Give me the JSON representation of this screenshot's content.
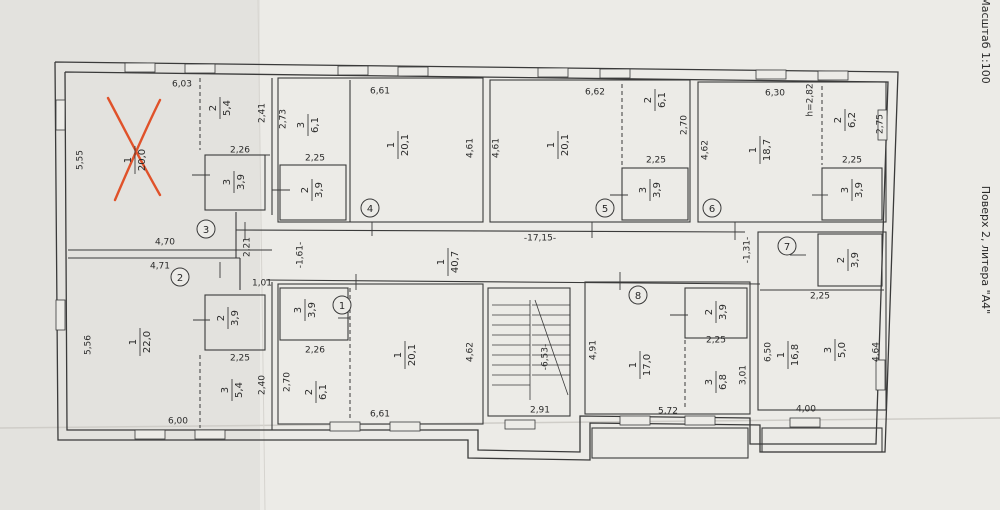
{
  "sheet": {
    "scale_text": "Масштаб 1:100",
    "title_text": "Поверх 2, литера \"А4\""
  },
  "apartments": [
    {
      "id": "apt-1",
      "label": "1"
    },
    {
      "id": "apt-2",
      "label": "2"
    },
    {
      "id": "apt-3",
      "label": "3"
    },
    {
      "id": "apt-4",
      "label": "4"
    },
    {
      "id": "apt-5",
      "label": "5"
    },
    {
      "id": "apt-6",
      "label": "6"
    },
    {
      "id": "apt-7",
      "label": "7"
    },
    {
      "id": "apt-8",
      "label": "8"
    }
  ],
  "rooms": [
    {
      "id": "r3-1",
      "num": "1",
      "area": "20,0",
      "crossed": true
    },
    {
      "id": "r3-2",
      "num": "2",
      "area": "5,4"
    },
    {
      "id": "r3-3",
      "num": "3",
      "area": "3,9"
    },
    {
      "id": "r4-3",
      "num": "3",
      "area": "6,1"
    },
    {
      "id": "r4-1",
      "num": "1",
      "area": "20,1"
    },
    {
      "id": "r4-2",
      "num": "2",
      "area": "3,9"
    },
    {
      "id": "r5-1",
      "num": "1",
      "area": "20,1"
    },
    {
      "id": "r5-2",
      "num": "2",
      "area": "6,1"
    },
    {
      "id": "r5-3",
      "num": "3",
      "area": "3,9"
    },
    {
      "id": "r6-1",
      "num": "1",
      "area": "18,7"
    },
    {
      "id": "r6-2",
      "num": "2",
      "area": "6,2"
    },
    {
      "id": "r6-3",
      "num": "3",
      "area": "3,9"
    },
    {
      "id": "r2-1",
      "num": "1",
      "area": "22,0"
    },
    {
      "id": "r2-2",
      "num": "2",
      "area": "3,9"
    },
    {
      "id": "r2-3",
      "num": "3",
      "area": "5,4"
    },
    {
      "id": "r1-3",
      "num": "3",
      "area": "3,9"
    },
    {
      "id": "r1-1",
      "num": "1",
      "area": "20,1"
    },
    {
      "id": "r1-2",
      "num": "2",
      "area": "6,1"
    },
    {
      "id": "corr-1",
      "num": "1",
      "area": "40,7"
    },
    {
      "id": "r8-2",
      "num": "2",
      "area": "3,9"
    },
    {
      "id": "r8-1",
      "num": "1",
      "area": "17,0"
    },
    {
      "id": "r8-3",
      "num": "3",
      "area": "6,8"
    },
    {
      "id": "r7-2",
      "num": "2",
      "area": "3,9"
    },
    {
      "id": "r7-1",
      "num": "1",
      "area": "16,8"
    },
    {
      "id": "r7-3",
      "num": "3",
      "area": "5,0"
    }
  ],
  "dimensions": [
    "6,03",
    "2,41",
    "5,55",
    "2,26",
    "4,70",
    "2,21",
    "4,71",
    "1,01",
    "5,56",
    "2,25",
    "2,40",
    "6,00",
    "6,61",
    "2,73",
    "2,25",
    "4,61",
    "-1,61-",
    "2,26",
    "2,70",
    "6,61",
    "4,62",
    "6,62",
    "2,70",
    "4,61",
    "2,25",
    "-17,15-",
    "-6,53-",
    "2,91",
    "6,30",
    "h=2,82",
    "2,75",
    "4,62",
    "2,25",
    "-1,31-",
    "4,91",
    "2,25",
    "3,01",
    "5,72",
    "2,25",
    "6,50",
    "4,64",
    "4,00"
  ]
}
